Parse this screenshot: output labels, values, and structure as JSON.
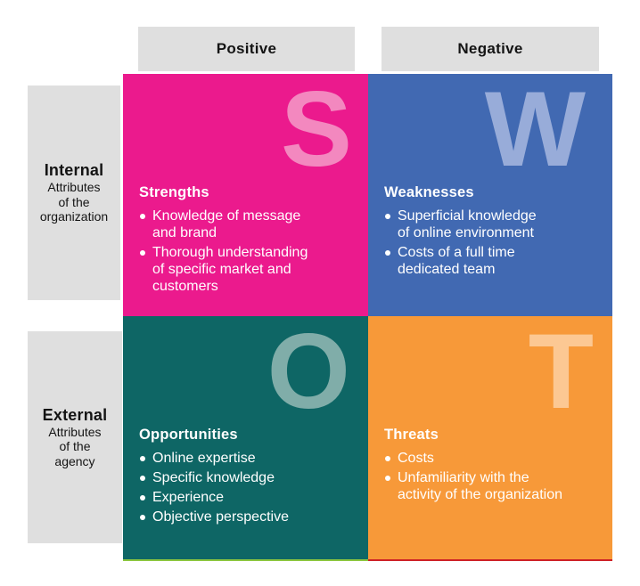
{
  "matrix": {
    "column_headers": [
      {
        "label": "Positive"
      },
      {
        "label": "Negative"
      }
    ],
    "row_headers": [
      {
        "title": "Internal",
        "subtitle": "Attributes\nof the\norganization"
      },
      {
        "title": "External",
        "subtitle": "Attributes\nof the\nagency"
      }
    ],
    "quadrants": [
      {
        "id": "strengths",
        "letter": "S",
        "title": "Strengths",
        "bullets": [
          "Knowledge of message\nand brand",
          "Thorough understanding\nof specific market and\ncustomers"
        ],
        "bg": "#EB1A8D",
        "letter_color": "#F388BF"
      },
      {
        "id": "weaknesses",
        "letter": "W",
        "title": "Weaknesses",
        "bullets": [
          "Superficial knowledge\nof online environment",
          "Costs of a full time\ndedicated team"
        ],
        "bg": "#4169B2",
        "letter_color": "#98ACD9"
      },
      {
        "id": "opportunities",
        "letter": "O",
        "title": "Opportunities",
        "bullets": [
          "Online expertise",
          "Specific knowledge",
          "Experience",
          "Objective perspective"
        ],
        "bg": "#0E6665",
        "letter_color": "#80ADA9",
        "bottom_line": "#8CC63F"
      },
      {
        "id": "threats",
        "letter": "T",
        "title": "Threats",
        "bullets": [
          "Costs",
          "Unfamiliarity with the\nactivity of the organization"
        ],
        "bg": "#F79939",
        "letter_color": "#FCC893",
        "bottom_line": "#CE2127"
      }
    ],
    "colors": {
      "header_gray": "#DFDFDF",
      "header_text": "#141414",
      "quadrant_text": "#FFFFFF",
      "background": "#FFFFFF"
    }
  }
}
